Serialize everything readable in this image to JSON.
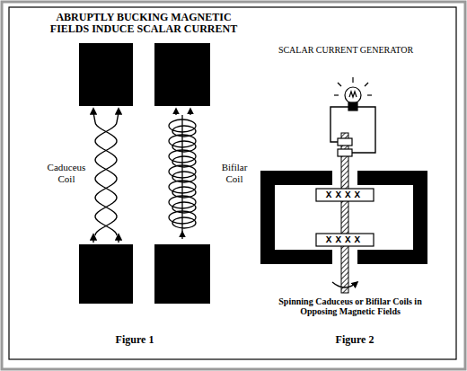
{
  "diagram": {
    "title": "ABRUPTLY BUCKING MAGNETIC FIELDS INDUCE SCALAR CURRENT",
    "labels": [
      "Caduceus Coil",
      "Bifilar Coil",
      "Figure 1",
      "SCALAR CURRENT GENERATOR",
      "XXXX",
      "XXXX",
      "Spinning Caduceus or Bifilar Coils in Opposing Magnetic Fields",
      "Figure 2"
    ]
  }
}
